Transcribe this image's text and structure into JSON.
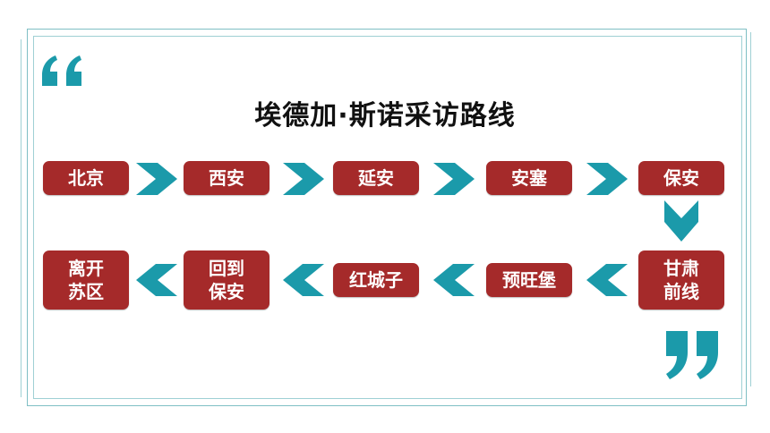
{
  "title": "埃德加·斯诺采访路线",
  "colors": {
    "box": "#a52a2a",
    "arrow": "#1b9aaa",
    "text": "#ffffff",
    "title": "#111111"
  },
  "route": {
    "row1": [
      "北京",
      "西安",
      "延安",
      "安塞",
      "保安"
    ],
    "turn": "甘肃\n前线",
    "row2": [
      "预旺堡",
      "红城子",
      "回到\n保安",
      "离开\n苏区"
    ]
  }
}
